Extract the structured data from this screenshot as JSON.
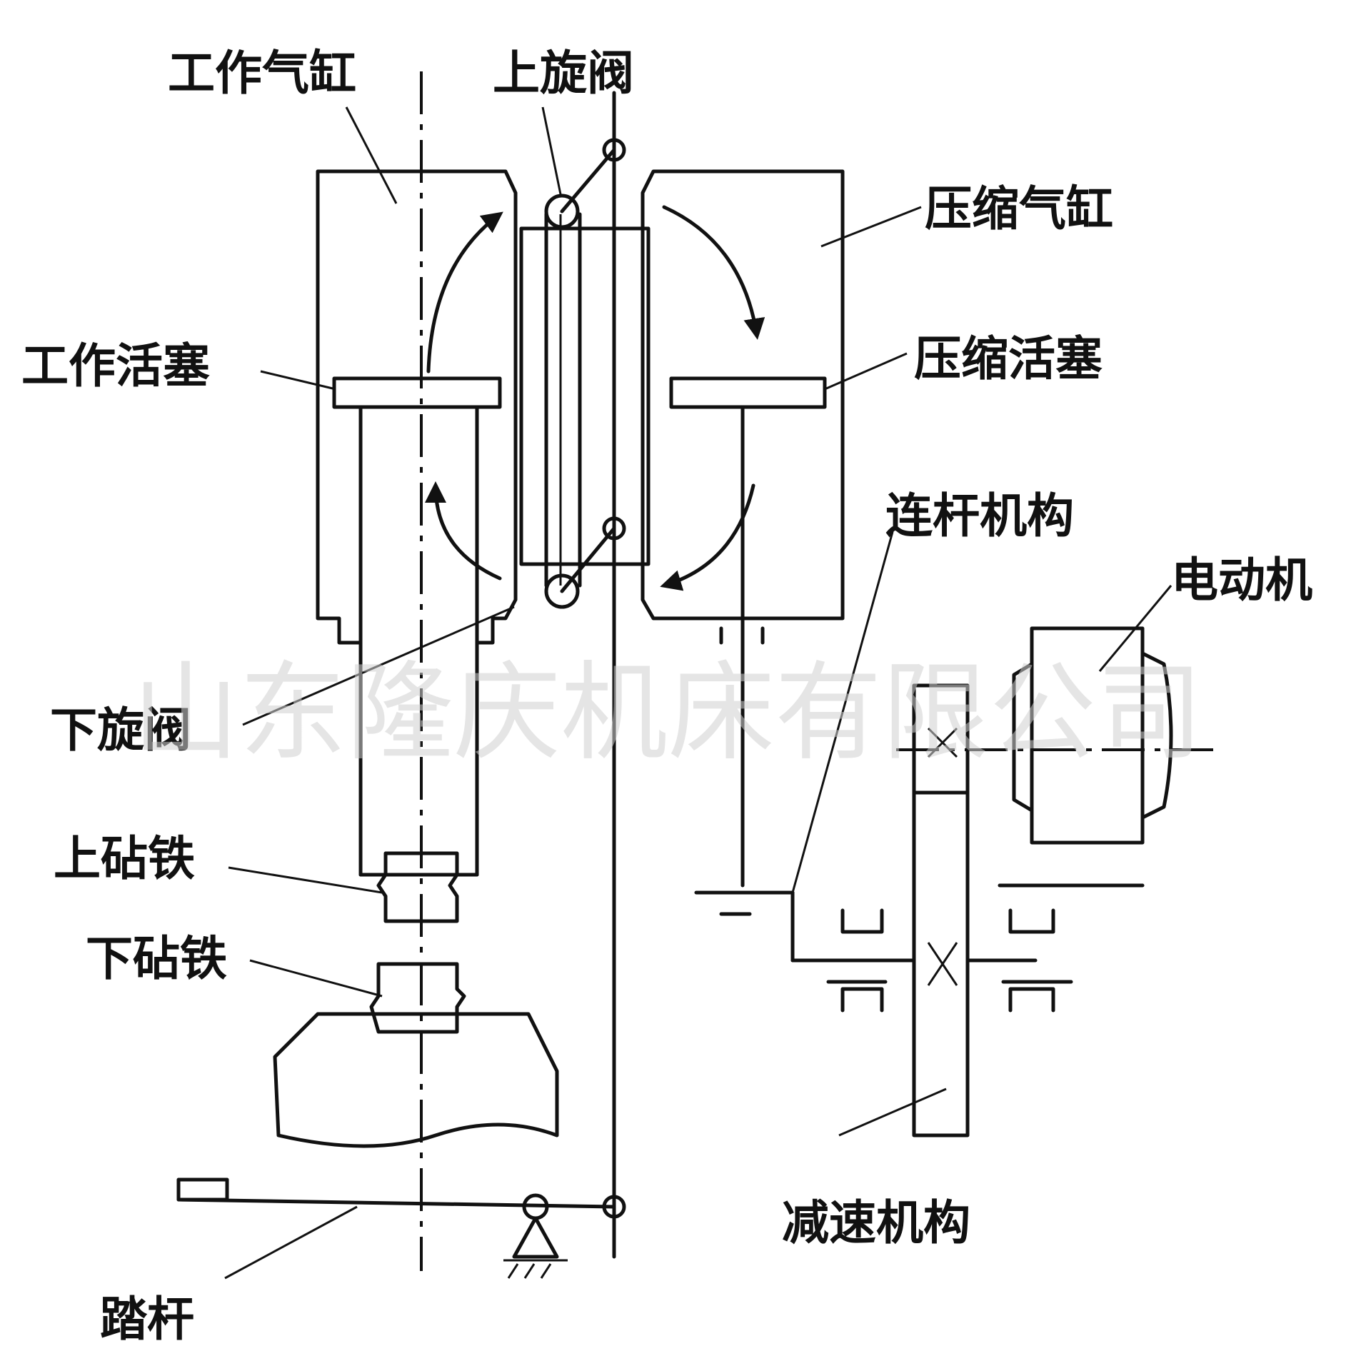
{
  "labels": {
    "work_cylinder": "工作气缸",
    "upper_rotary_valve": "上旋阀",
    "compress_cylinder": "压缩气缸",
    "work_piston": "工作活塞",
    "compress_piston": "压缩活塞",
    "linkage": "连杆机构",
    "motor": "电动机",
    "lower_rotary_valve": "下旋阀",
    "upper_anvil": "上砧铁",
    "lower_anvil": "下砧铁",
    "reducer": "减速机构",
    "pedal": "踏杆"
  },
  "watermark": "山东隆庆机床有限公司"
}
